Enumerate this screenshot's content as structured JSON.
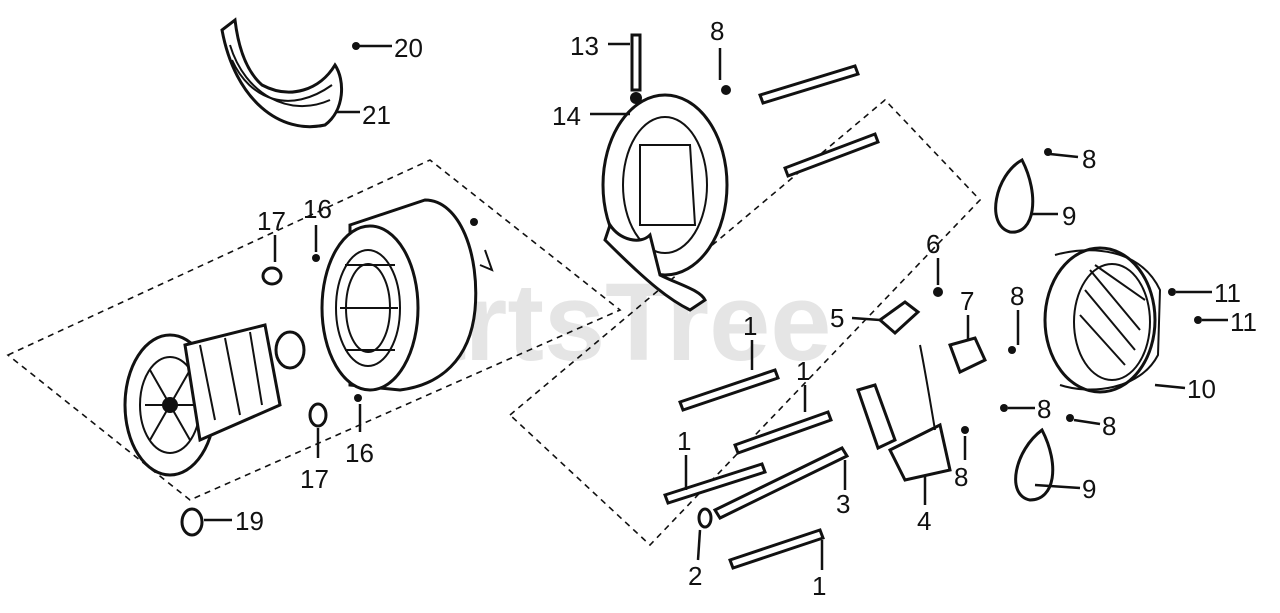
{
  "watermark": "PartsTree",
  "callouts": {
    "c1a": "1",
    "c1b": "1",
    "c1c": "1",
    "c1d": "1",
    "c2": "2",
    "c3": "3",
    "c4": "4",
    "c5": "5",
    "c6": "6",
    "c7": "7",
    "c8a": "8",
    "c8b": "8",
    "c8c": "8",
    "c8d": "8",
    "c8e": "8",
    "c8f": "8",
    "c9a": "9",
    "c9b": "9",
    "c10": "10",
    "c11a": "11",
    "c11b": "11",
    "c13": "13",
    "c14": "14",
    "c16a": "16",
    "c16b": "16",
    "c17a": "17",
    "c17b": "17",
    "c19": "19",
    "c20": "20",
    "c21": "21"
  }
}
